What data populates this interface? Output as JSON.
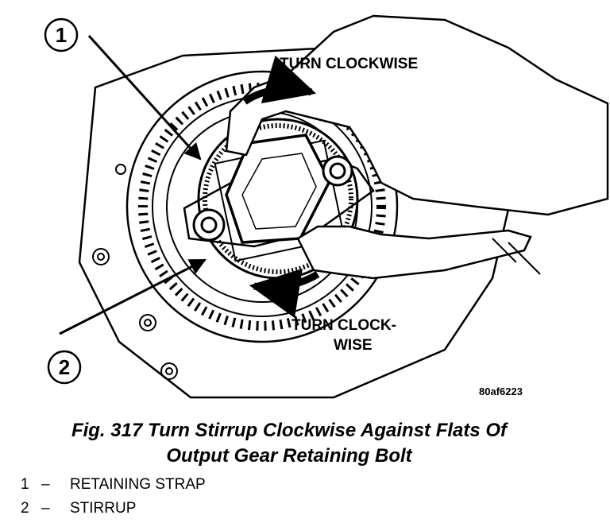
{
  "figure": {
    "callout_1": "1",
    "callout_2": "2",
    "label_top": "TURN CLOCKWISE",
    "label_bottom_line1": "TURN CLOCK-",
    "label_bottom_line2": "WISE",
    "image_code": "80af6223"
  },
  "caption": {
    "line1": "Fig. 317 Turn Stirrup Clockwise Against Flats Of",
    "line2": "Output Gear Retaining Bolt"
  },
  "legend": [
    {
      "num": "1",
      "dash": "–",
      "text": "RETAINING STRAP"
    },
    {
      "num": "2",
      "dash": "–",
      "text": "STIRRUP"
    }
  ]
}
